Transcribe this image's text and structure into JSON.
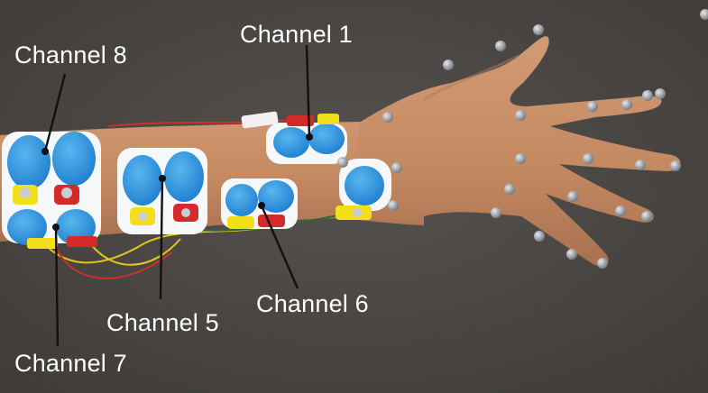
{
  "labels": {
    "channel_1": "Channel 1",
    "channel_8": "Channel 8",
    "channel_5": "Channel 5",
    "channel_6": "Channel 6",
    "channel_7": "Channel 7"
  },
  "colors": {
    "background": "#4a4744",
    "skin": "#c98f68",
    "electrode_blue": "#2a8fdc",
    "electrode_border": "#f4f6f8",
    "clip_yellow": "#f2df1a",
    "clip_red": "#d62a2a",
    "marker": "#9aa0a6",
    "leader_line": "#111111",
    "label_text": "#ffffff"
  }
}
